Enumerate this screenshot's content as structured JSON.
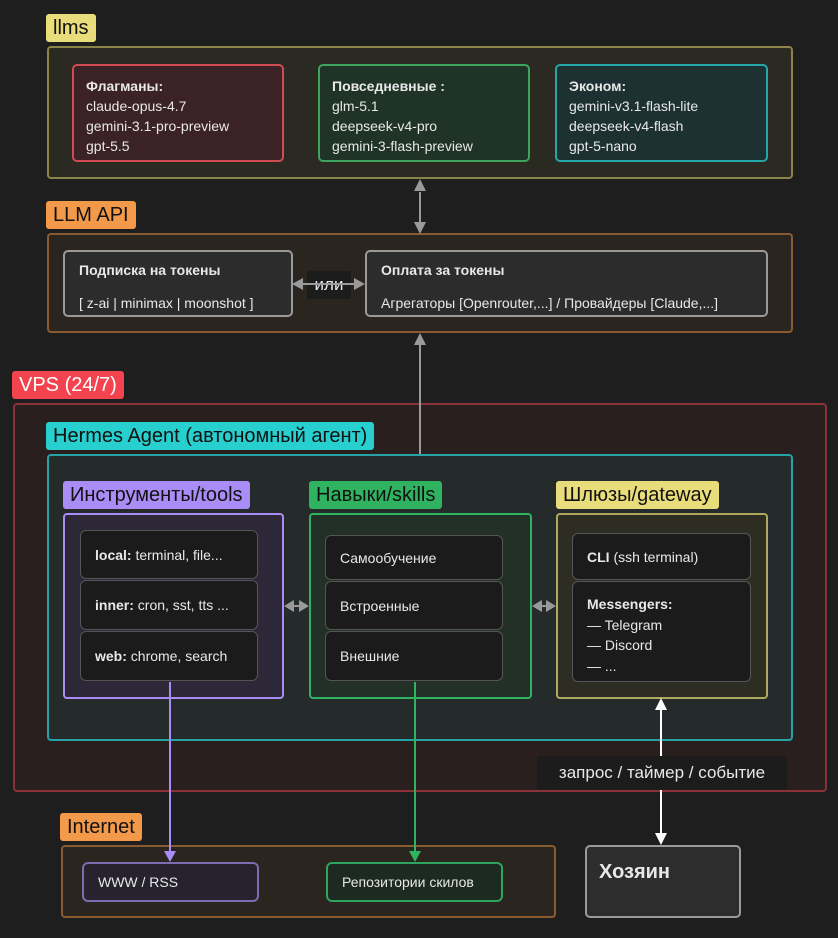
{
  "llms": {
    "tag": "llms",
    "colors": {
      "tag": "#e9dc7a",
      "border": "#8a8446"
    },
    "cards": [
      {
        "title": "Флагманы:",
        "items": [
          "claude-opus-4.7",
          "gemini-3.1-pro-preview",
          "gpt-5.5"
        ],
        "color": "#d14b55"
      },
      {
        "title": "Повседневные :",
        "items": [
          "glm-5.1",
          "deepseek-v4-pro",
          "gemini-3-flash-preview"
        ],
        "color": "#3fa45e"
      },
      {
        "title": "Эконом:",
        "items": [
          "gemini-v3.1-flash-lite",
          "deepseek-v4-flash",
          "gpt-5-nano"
        ],
        "color": "#25a6a8"
      }
    ]
  },
  "llm_api": {
    "tag": "LLM API",
    "colors": {
      "tag": "#f29a4a",
      "border": "#8a5a30"
    },
    "subscription": {
      "title": "Подписка на токены",
      "detail": "[ z-ai | minimax | moonshot ]"
    },
    "or_label": "или",
    "payment": {
      "title": "Оплата за токены",
      "detail": "Агрегаторы [Openrouter,...] / Провайдеры [Claude,...]"
    }
  },
  "vps": {
    "tag": "VPS (24/7)",
    "colors": {
      "tag": "#f2434f",
      "border": "#8c3138"
    }
  },
  "agent": {
    "tag": "Hermes Agent (автономный агент)",
    "colors": {
      "tag": "#27cfcf",
      "border": "#25a3a5"
    },
    "tools": {
      "tag": "Инструменты/tools",
      "color": "#a98cf5",
      "items": [
        {
          "bold": "local:",
          "text": " terminal, file..."
        },
        {
          "bold": "inner:",
          "text": " cron, sst, tts ..."
        },
        {
          "bold": "web:",
          "text": " chrome, search"
        }
      ]
    },
    "skills": {
      "tag": "Навыки/skills",
      "color": "#2fb360",
      "items": [
        "Самообучение",
        "Встроенные",
        "Внешние"
      ]
    },
    "gateway": {
      "tag": "Шлюзы/gateway",
      "color": "#e9dc7a",
      "cli": {
        "bold": "CLI",
        "text": " (ssh terminal)"
      },
      "messengers": {
        "title": "Messengers:",
        "items": [
          "— Telegram",
          "— Discord",
          "— ..."
        ]
      }
    }
  },
  "request_label": "запрос / таймер / событие",
  "internet": {
    "tag": "Internet",
    "colors": {
      "tag": "#f29a4a",
      "border": "#8a5a30"
    },
    "www": "WWW / RSS",
    "repos": "Репозитории скилов"
  },
  "owner": "Хозяин"
}
